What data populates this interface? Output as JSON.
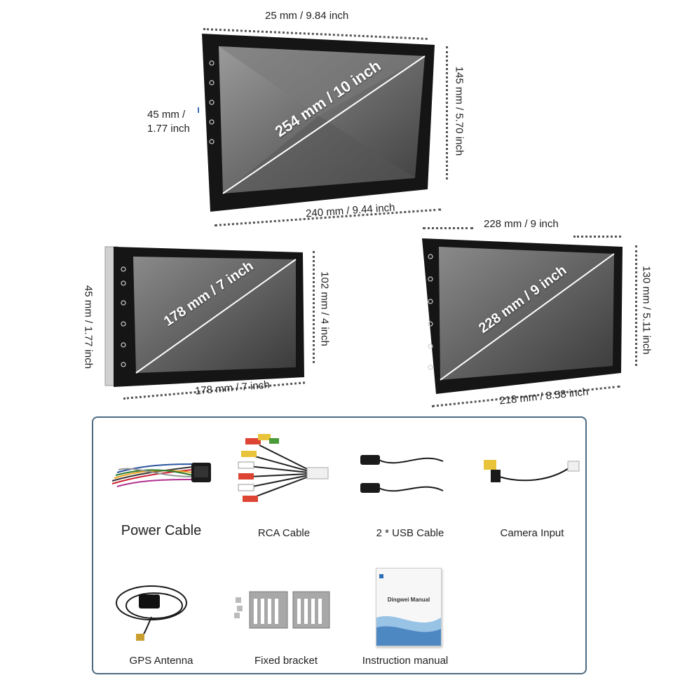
{
  "units": {
    "ten_inch": {
      "diagonal": "254 mm / 10 inch",
      "top_depth": "25 mm / 9.84 inch",
      "side_depth_line1": "45 mm /",
      "side_depth_line2": "1.77 inch",
      "height": "145 mm / 5.70 inch",
      "width": "240 mm / 9.44 inch"
    },
    "seven_inch": {
      "diagonal": "178 mm / 7 inch",
      "side_depth": "45 mm / 1.77 inch",
      "height": "102 mm / 4 inch",
      "width": "178 mm / 7 inch"
    },
    "nine_inch": {
      "diagonal": "228 mm / 9 inch",
      "top_width": "228 mm / 9 inch",
      "height": "130 mm / 5.11 inch",
      "width": "218 mm / 8.58 inch"
    }
  },
  "accessories": {
    "power_cable": "Power Cable",
    "rca_cable": "RCA Cable",
    "usb_cable": "2 * USB Cable",
    "camera_input": "Camera Input",
    "gps_antenna": "GPS Antenna",
    "fixed_bracket": "Fixed bracket",
    "instruction_manual": "Instruction manual",
    "manual_cover_title": "Dingwei Manual"
  },
  "colors": {
    "frame": "#141414",
    "screen_dark": "#4a4a4a",
    "screen_light": "#9a9a9a",
    "box_border": "#4d6b82"
  }
}
